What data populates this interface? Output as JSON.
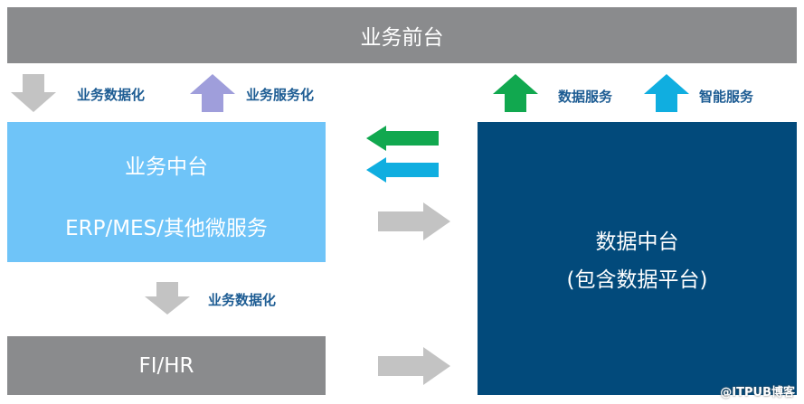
{
  "top_bar": {
    "label": "业务前台"
  },
  "top_arrows": [
    {
      "label": "业务数据化",
      "icon": "arrow-down-icon",
      "color": "#c3c3c3"
    },
    {
      "label": "业务服务化",
      "icon": "arrow-up-icon",
      "color": "#9f9edb"
    },
    {
      "label": "数据服务",
      "icon": "arrow-up-icon",
      "color": "#11a84f"
    },
    {
      "label": "智能服务",
      "icon": "arrow-up-icon",
      "color": "#10aee0"
    }
  ],
  "business_center": {
    "title": "业务中台",
    "subtitle": "ERP/MES/其他微服务",
    "color": "#6fc4f8"
  },
  "data_center": {
    "title": "数据中台",
    "subtitle": "(包含数据平台)",
    "color": "#024a7b"
  },
  "middle_arrow": {
    "label": "业务数据化"
  },
  "fi_hr": {
    "label": "FI/HR"
  },
  "watermark": "@ITPUB博客",
  "colors": {
    "gray": "#8a8b8d",
    "arrow_gray": "#c3c3c3",
    "text_blue": "#1d5c93"
  }
}
